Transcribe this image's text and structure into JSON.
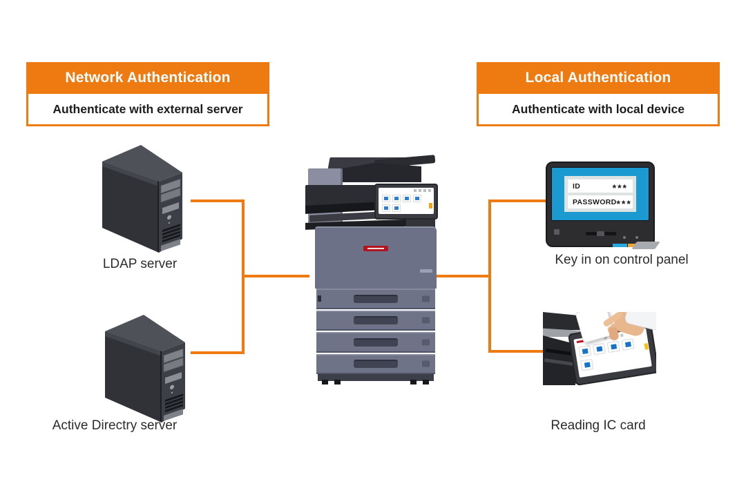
{
  "colors": {
    "accent_orange": "#EE7A12",
    "header_text": "#FFFFFF",
    "subtitle_text": "#1C1C1C",
    "label_text": "#2B2B2B",
    "panel_screen_blue": "#1B9AD2",
    "brand_red": "#B21420"
  },
  "network_auth": {
    "title": "Network Authentication",
    "subtitle": "Authenticate with external server",
    "servers": [
      {
        "label": "LDAP server"
      },
      {
        "label": "Active Directry server"
      }
    ]
  },
  "local_auth": {
    "title": "Local Authentication",
    "subtitle": "Authenticate with local device",
    "methods": [
      {
        "label": "Key in on control panel"
      },
      {
        "label": "Reading IC card"
      }
    ]
  },
  "control_panel_screen": {
    "fields": [
      {
        "label": "ID",
        "value": "***"
      },
      {
        "label": "PASSWORD",
        "value": "***"
      }
    ]
  }
}
